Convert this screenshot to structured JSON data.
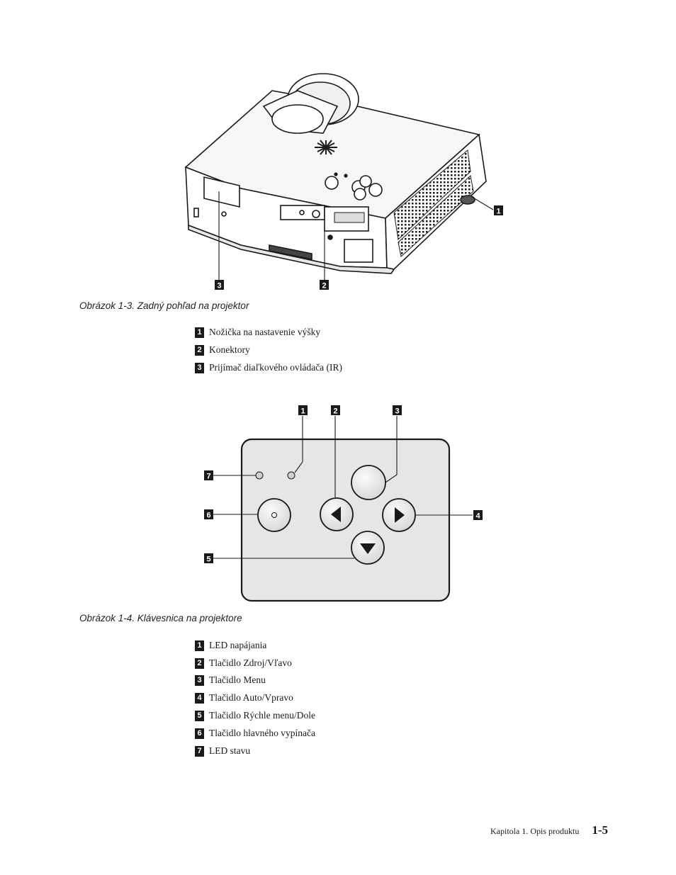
{
  "figure1": {
    "caption": "Obrázok 1-3. Zadný pohľad na projektor",
    "callouts": [
      "1",
      "2",
      "3"
    ],
    "items": [
      {
        "num": "1",
        "text": "Nožička na nastavenie výšky"
      },
      {
        "num": "2",
        "text": "Konektory"
      },
      {
        "num": "3",
        "text": "Prijímač diaľkového ovládača (IR)"
      }
    ]
  },
  "figure2": {
    "caption": "Obrázok 1-4. Klávesnica na projektore",
    "callouts": [
      "1",
      "2",
      "3",
      "4",
      "5",
      "6",
      "7"
    ],
    "items": [
      {
        "num": "1",
        "text": "LED napájania"
      },
      {
        "num": "2",
        "text": "Tlačidlo Zdroj/Vľavo"
      },
      {
        "num": "3",
        "text": "Tlačidlo Menu"
      },
      {
        "num": "4",
        "text": "Tlačidlo Auto/Vpravo"
      },
      {
        "num": "5",
        "text": "Tlačidlo Rýchle menu/Dole"
      },
      {
        "num": "6",
        "text": "Tlačidlo hlavného vypínača"
      },
      {
        "num": "7",
        "text": "LED stavu"
      }
    ]
  },
  "footer": {
    "chapter": "Kapitola 1. Opis produktu",
    "page": "1-5"
  }
}
